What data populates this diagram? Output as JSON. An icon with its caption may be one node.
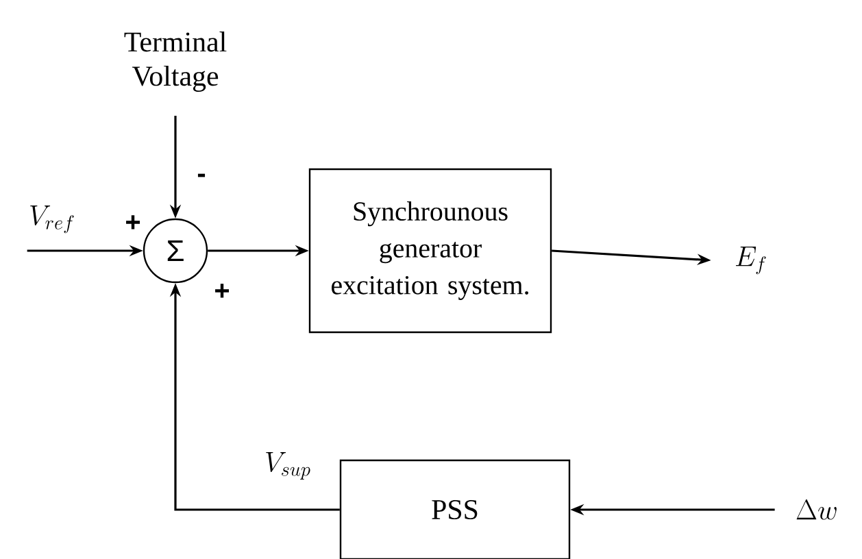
{
  "diagram": {
    "nodes": [
      {
        "text": [
          "Terminal Voltage"
        ]
      },
      {
        "text": [
          "V_{ref}"
        ]
      },
      {
        "text": [
          "Σ"
        ]
      },
      {
        "text": [
          "Synchrounous generator excitation system."
        ]
      },
      {
        "text": [
          "E_f"
        ]
      },
      {
        "text": [
          "PSS"
        ]
      },
      {
        "text": [
          "\\Delta w"
        ]
      }
    ],
    "edges": [
      {
        "from": 0,
        "to": 2,
        "arrow": "to"
      },
      {
        "from": 1,
        "to": 2,
        "arrow": "to"
      },
      {
        "from": 2,
        "to": 3,
        "arrow": "to"
      },
      {
        "from": 3,
        "to": 4,
        "arrow": "to"
      },
      {
        "from": 6,
        "to": 5,
        "arrow": "to"
      },
      {
        "from": 5,
        "to": 2,
        "arrow": "to",
        "label": "V_{sup}"
      }
    ],
    "labels": [
      "+",
      "-",
      "+"
    ]
  }
}
